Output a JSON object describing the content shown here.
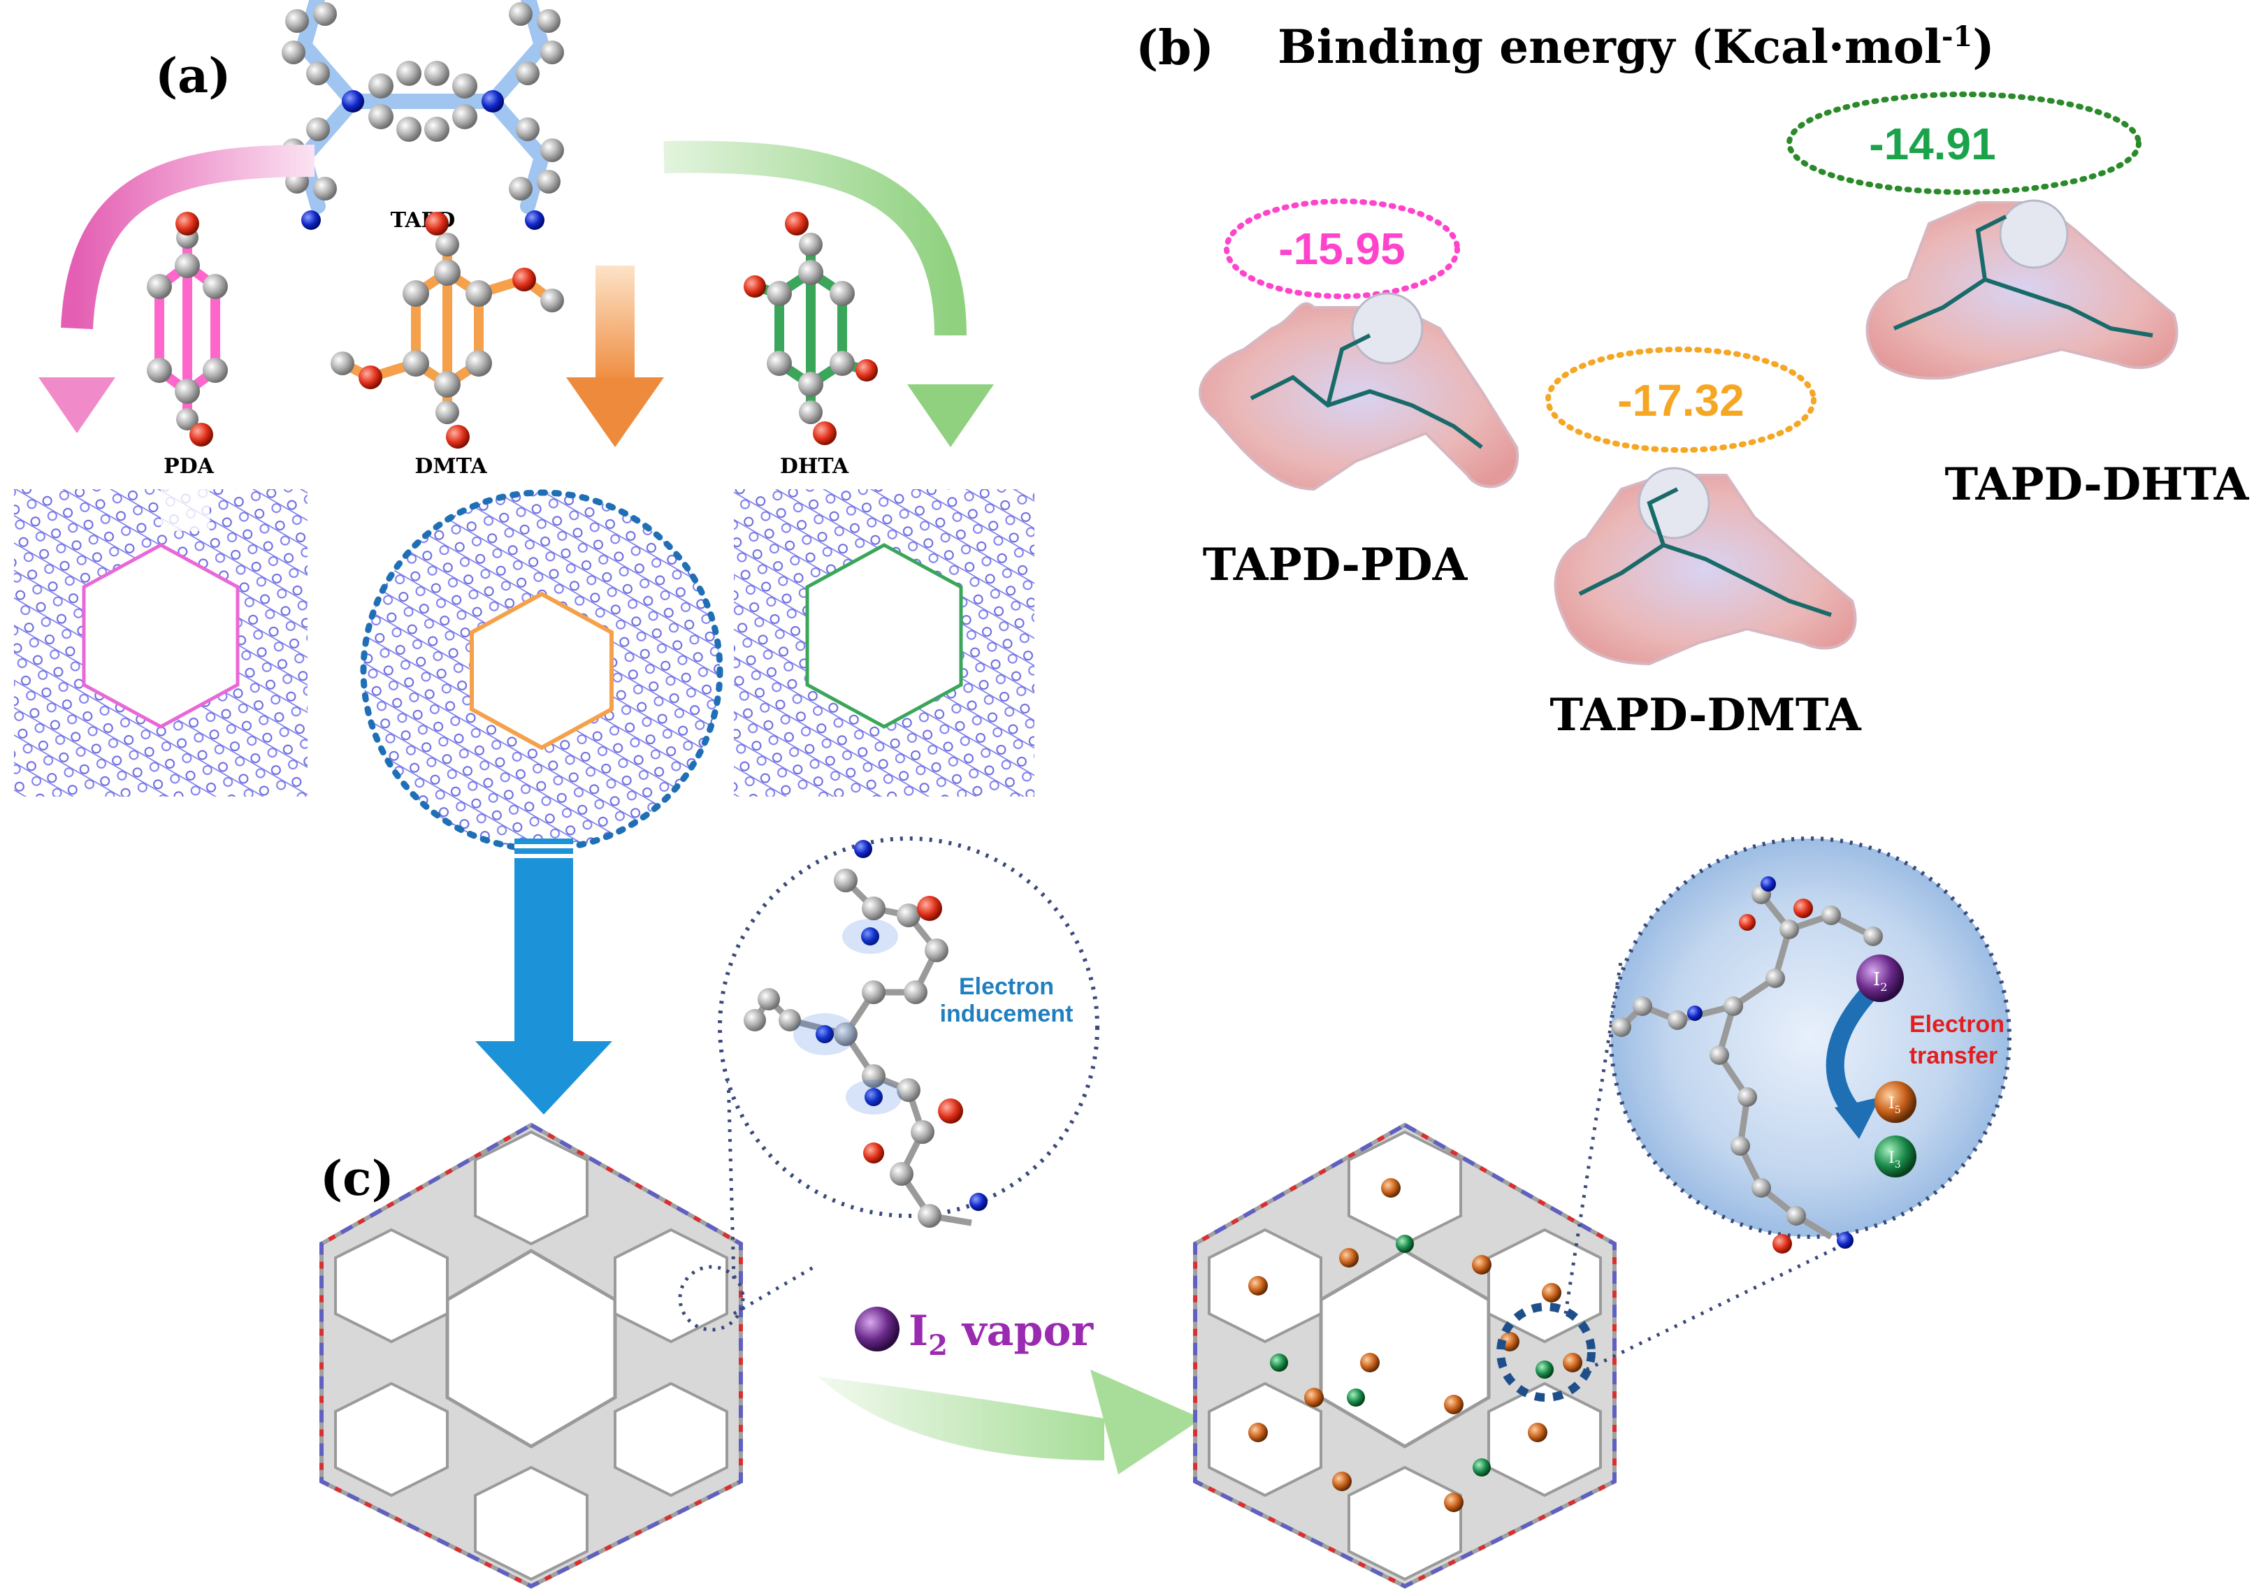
{
  "panel_a": {
    "label": "(a)",
    "center_molecule": "TAPD",
    "linkers": [
      {
        "name": "PDA",
        "color": "#ff66cc"
      },
      {
        "name": "DMTA",
        "color": "#f5a04a"
      },
      {
        "name": "DHTA",
        "color": "#3aa65a"
      }
    ]
  },
  "panel_b": {
    "label": "(b)",
    "title_main": "Binding energy (Kcal·mol",
    "title_sup": "-1",
    "title_close": ")",
    "complexes": [
      {
        "name": "TAPD-PDA",
        "energy": "-15.95",
        "color": "#ff44cc"
      },
      {
        "name": "TAPD-DMTA",
        "energy": "-17.32",
        "color": "#f5a623"
      },
      {
        "name": "TAPD-DHTA",
        "energy": "-14.91",
        "color": "#1aa34a"
      }
    ]
  },
  "panel_c": {
    "label": "(c)",
    "vapor_prefix": "I",
    "vapor_sub": "2",
    "vapor_suffix": " vapor",
    "inset_left_text_1": "Electron",
    "inset_left_text_2": "inducement",
    "inset_right_text_1": "Electron",
    "inset_right_text_2": "transfer",
    "iodine_i2_main": "I",
    "iodine_i2_sub": "2",
    "iodine_i3_main": "I",
    "iodine_i3_sub": "3",
    "iodine_i5_main": "I",
    "iodine_i5_sub": "5"
  },
  "colors": {
    "framework": "#6a6ae0",
    "circle_blue": "#1f6fb5",
    "arrow_pink": "#f08ac8",
    "arrow_orange": "#ee8a3c",
    "arrow_green": "#8fd17f",
    "arrow_blue": "#1c92d8",
    "i2_purple": "#6a2a8a",
    "i3_orange": "#c8601a",
    "i5_green": "#1a8a4a"
  }
}
